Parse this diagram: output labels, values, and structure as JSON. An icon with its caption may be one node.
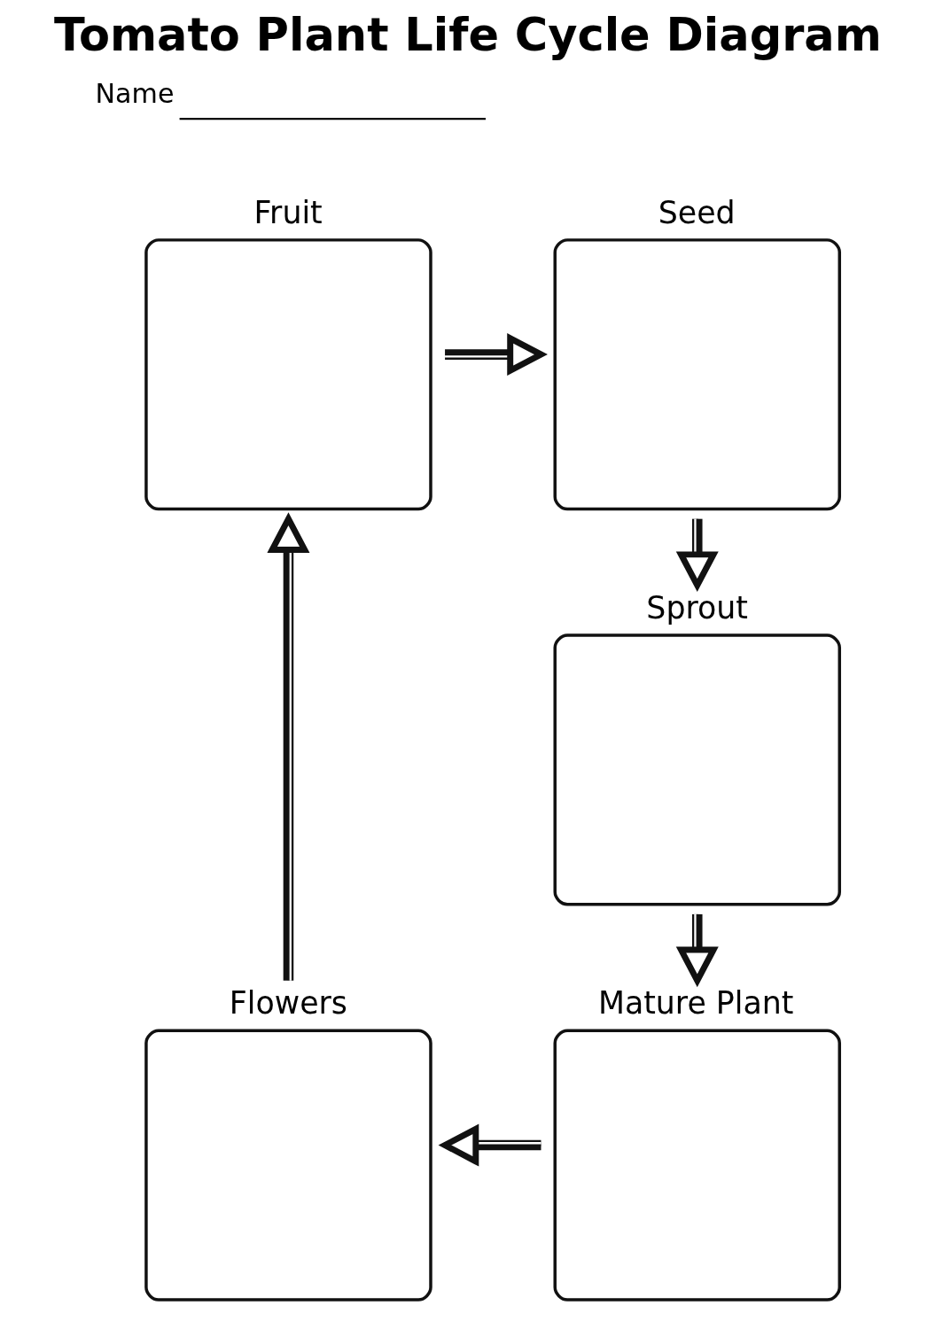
{
  "diagram": {
    "title": "Tomato Plant Life Cycle Diagram",
    "nodes": [
      {
        "text": [
          "Seed"
        ]
      },
      {
        "text": [
          "Sprout"
        ]
      },
      {
        "text": [
          "Mature Plant"
        ]
      },
      {
        "text": [
          "Flowers"
        ]
      },
      {
        "text": [
          "Fruit"
        ]
      }
    ],
    "edges": [
      {
        "from": 0,
        "to": 1,
        "arrow": "to"
      },
      {
        "from": 1,
        "to": 2,
        "arrow": "to"
      },
      {
        "from": 2,
        "to": 3,
        "arrow": "to"
      },
      {
        "from": 3,
        "to": 4,
        "arrow": "to"
      },
      {
        "from": 4,
        "to": 0,
        "arrow": "to"
      }
    ],
    "labels": [
      "Name"
    ]
  }
}
